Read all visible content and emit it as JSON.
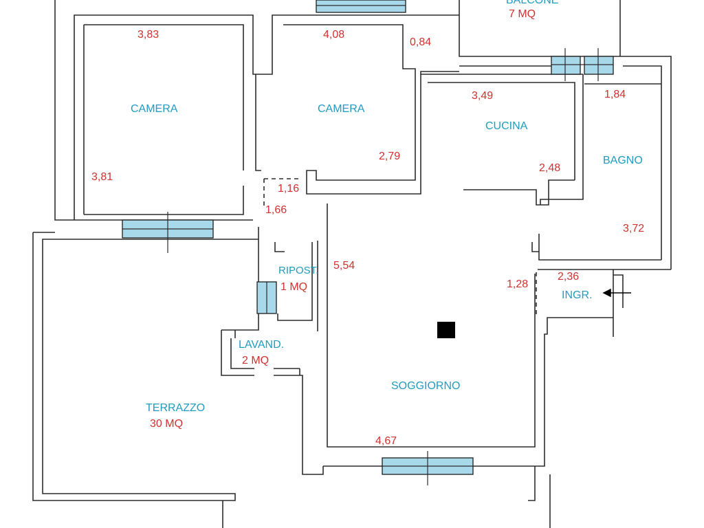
{
  "colors": {
    "wall": "#2b2b2b",
    "window_fill": "#a8d9ea",
    "room_label": "#1f9bc0",
    "dimension_label": "#d0302e",
    "column": "#000000"
  },
  "rooms": {
    "balcone": {
      "name": "BALCONE",
      "area": "7 MQ"
    },
    "camera_1": {
      "name": "CAMERA",
      "dims": [
        "3,83",
        "3,81"
      ]
    },
    "camera_2": {
      "name": "CAMERA",
      "dims": [
        "4,08",
        "0,84",
        "2,79"
      ]
    },
    "cucina": {
      "name": "CUCINA",
      "dims": [
        "3,49",
        "2,48"
      ]
    },
    "bagno": {
      "name": "BAGNO",
      "dims": [
        "1,84",
        "3,72"
      ]
    },
    "corridoio": {
      "dims": [
        "1,16",
        "1,66"
      ]
    },
    "ripostiglio": {
      "name": "RIPOST.",
      "area": "1 MQ"
    },
    "lavanderia": {
      "name": "LAVAND.",
      "area": "2 MQ"
    },
    "ingresso": {
      "name": "INGR.",
      "dims": [
        "2,36",
        "1,28"
      ]
    },
    "soggiorno": {
      "name": "SOGGIORNO",
      "dims": [
        "5,54",
        "4,67"
      ]
    },
    "terrazzo": {
      "name": "TERRAZZO",
      "area": "30 MQ"
    }
  },
  "icons": {
    "entrance_arrow": "arrow-left-icon",
    "structural_column": "square-icon"
  }
}
